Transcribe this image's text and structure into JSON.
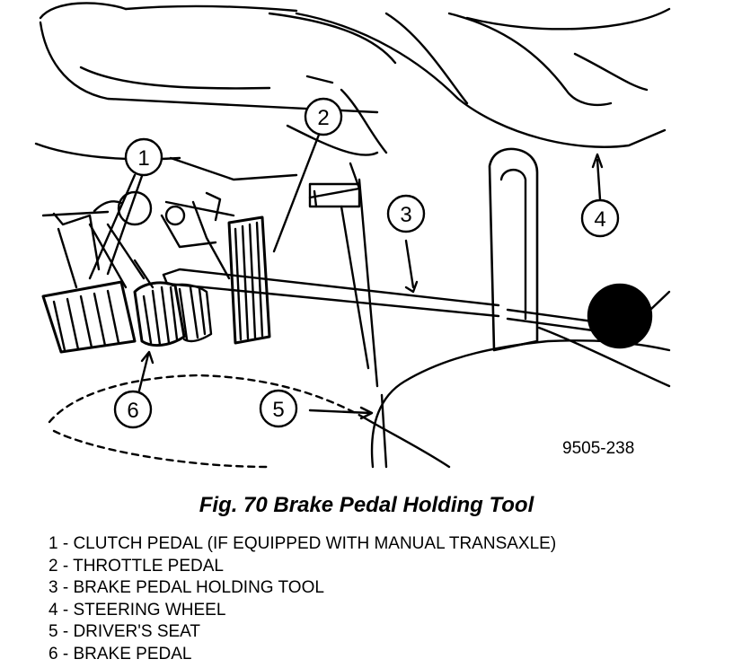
{
  "figure": {
    "ref_id": "9505-238",
    "caption": "Fig. 70 Brake Pedal Holding Tool",
    "callouts": [
      "1",
      "2",
      "3",
      "4",
      "5",
      "6"
    ],
    "legend": [
      "1 - CLUTCH PEDAL (IF EQUIPPED WITH MANUAL TRANSAXLE)",
      "2 - THROTTLE PEDAL",
      "3 - BRAKE PEDAL HOLDING TOOL",
      "4 - STEERING WHEEL",
      "5 - DRIVER'S SEAT",
      "6 - BRAKE PEDAL"
    ]
  }
}
